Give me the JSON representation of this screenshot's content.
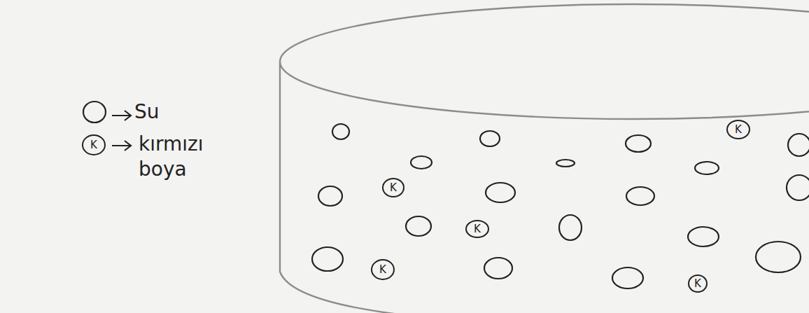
{
  "diagram": {
    "nodes": [
      {
        "text": [
          "K"
        ]
      },
      {
        "text": [
          "K"
        ]
      },
      {
        "text": [
          "K"
        ]
      },
      {
        "text": [
          "K"
        ]
      },
      {
        "text": [
          "K"
        ]
      },
      {
        "text": [
          "K"
        ]
      }
    ],
    "legend": [
      {
        "text": "Su"
      },
      {
        "text": "kırmızı boya"
      }
    ]
  }
}
